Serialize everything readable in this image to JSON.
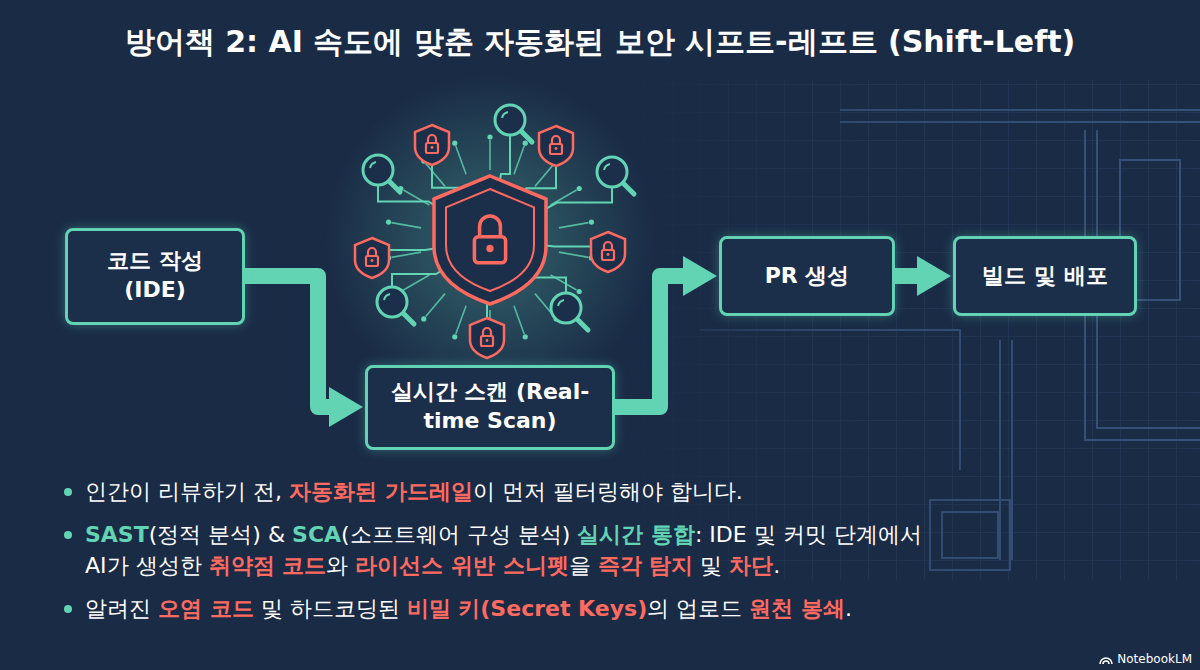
{
  "diagram": {
    "title": "방어책 2: AI 속도에 맞춘 자동화된 보안 시프트-레프트 (Shift-Left)",
    "nodes": [
      {
        "text": [
          "코드 작성 (IDE)"
        ]
      },
      {
        "text": [
          "실시간 스캔 (Real-time Scan)"
        ]
      },
      {
        "text": [
          "PR 생성"
        ]
      },
      {
        "text": [
          "빌드 및 배포"
        ]
      }
    ],
    "edges": [
      {
        "from": 0,
        "to": 1,
        "arrow": "to"
      },
      {
        "from": 1,
        "to": 2,
        "arrow": "to"
      },
      {
        "from": 2,
        "to": 3,
        "arrow": "to"
      }
    ],
    "labels": [
      "인간이 리뷰하기 전, ",
      "자동화된 가드레일",
      "이 먼저 필터링해야 합니다.",
      "SAST",
      "(정적 분석) & ",
      "SCA",
      "(소프트웨어 구성 분석) ",
      "실시간 통합",
      ": IDE 및 커밋 단계에서",
      "AI가 생성한 ",
      "취약점 코드",
      "와 ",
      "라이선스 위반 스니펫",
      "을 ",
      "즉각 탐지",
      " 및 ",
      "차단",
      ".",
      "알려진 ",
      "오염 코드",
      " 및 하드코딩된 ",
      "비밀 키(Secret Keys)",
      "의 업로드 ",
      "원천 봉쇄",
      ".",
      "NotebookLM"
    ]
  }
}
